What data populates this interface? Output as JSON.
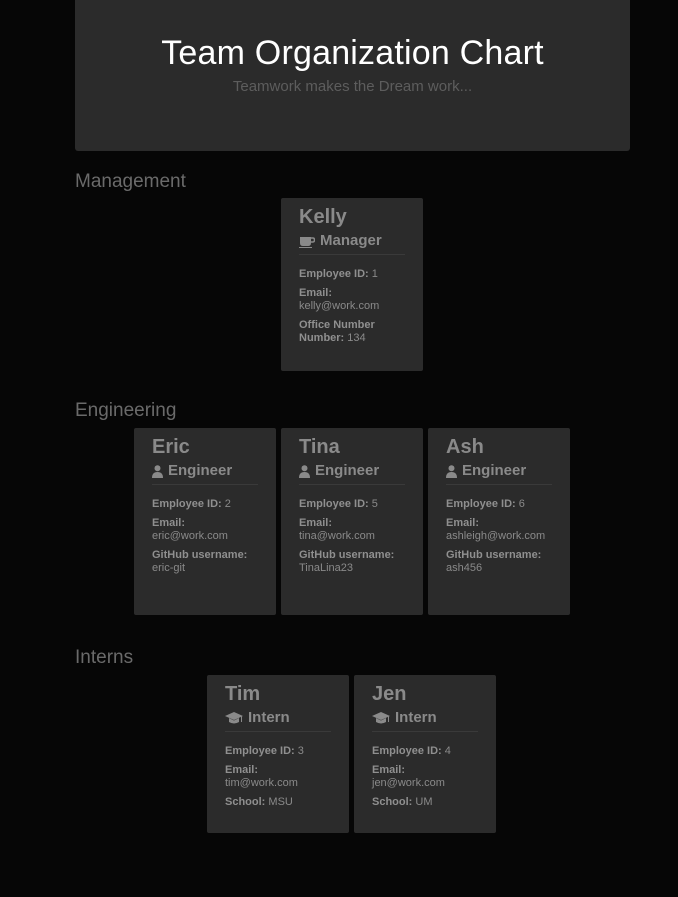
{
  "header": {
    "title": "Team Organization Chart",
    "subtitle": "Teamwork makes the Dream work..."
  },
  "sections": {
    "management": "Management",
    "engineering": "Engineering",
    "interns": "Interns"
  },
  "labels": {
    "employee_id": "Employee ID:",
    "email": "Email:",
    "office_a": "Office Number",
    "office_b": "Number:",
    "github": "GitHub username:",
    "school": "School:"
  },
  "manager": {
    "name": "Kelly",
    "role": "Manager",
    "icon": "coffee-icon",
    "id": "1",
    "email": "kelly@work.com",
    "office": "134"
  },
  "engineers": [
    {
      "name": "Eric",
      "role": "Engineer",
      "icon": "user-icon",
      "id": "2",
      "email": "eric@work.com",
      "github": "eric-git"
    },
    {
      "name": "Tina",
      "role": "Engineer",
      "icon": "user-icon",
      "id": "5",
      "email": "tina@work.com",
      "github": "TinaLina23"
    },
    {
      "name": "Ash",
      "role": "Engineer",
      "icon": "user-icon",
      "id": "6",
      "email": "ashleigh@work.com",
      "github": "ash456"
    }
  ],
  "interns": [
    {
      "name": "Tim",
      "role": "Intern",
      "icon": "graduation-cap-icon",
      "id": "3",
      "email": "tim@work.com",
      "school": "MSU"
    },
    {
      "name": "Jen",
      "role": "Intern",
      "icon": "graduation-cap-icon",
      "id": "4",
      "email": "jen@work.com",
      "school": "UM"
    }
  ]
}
